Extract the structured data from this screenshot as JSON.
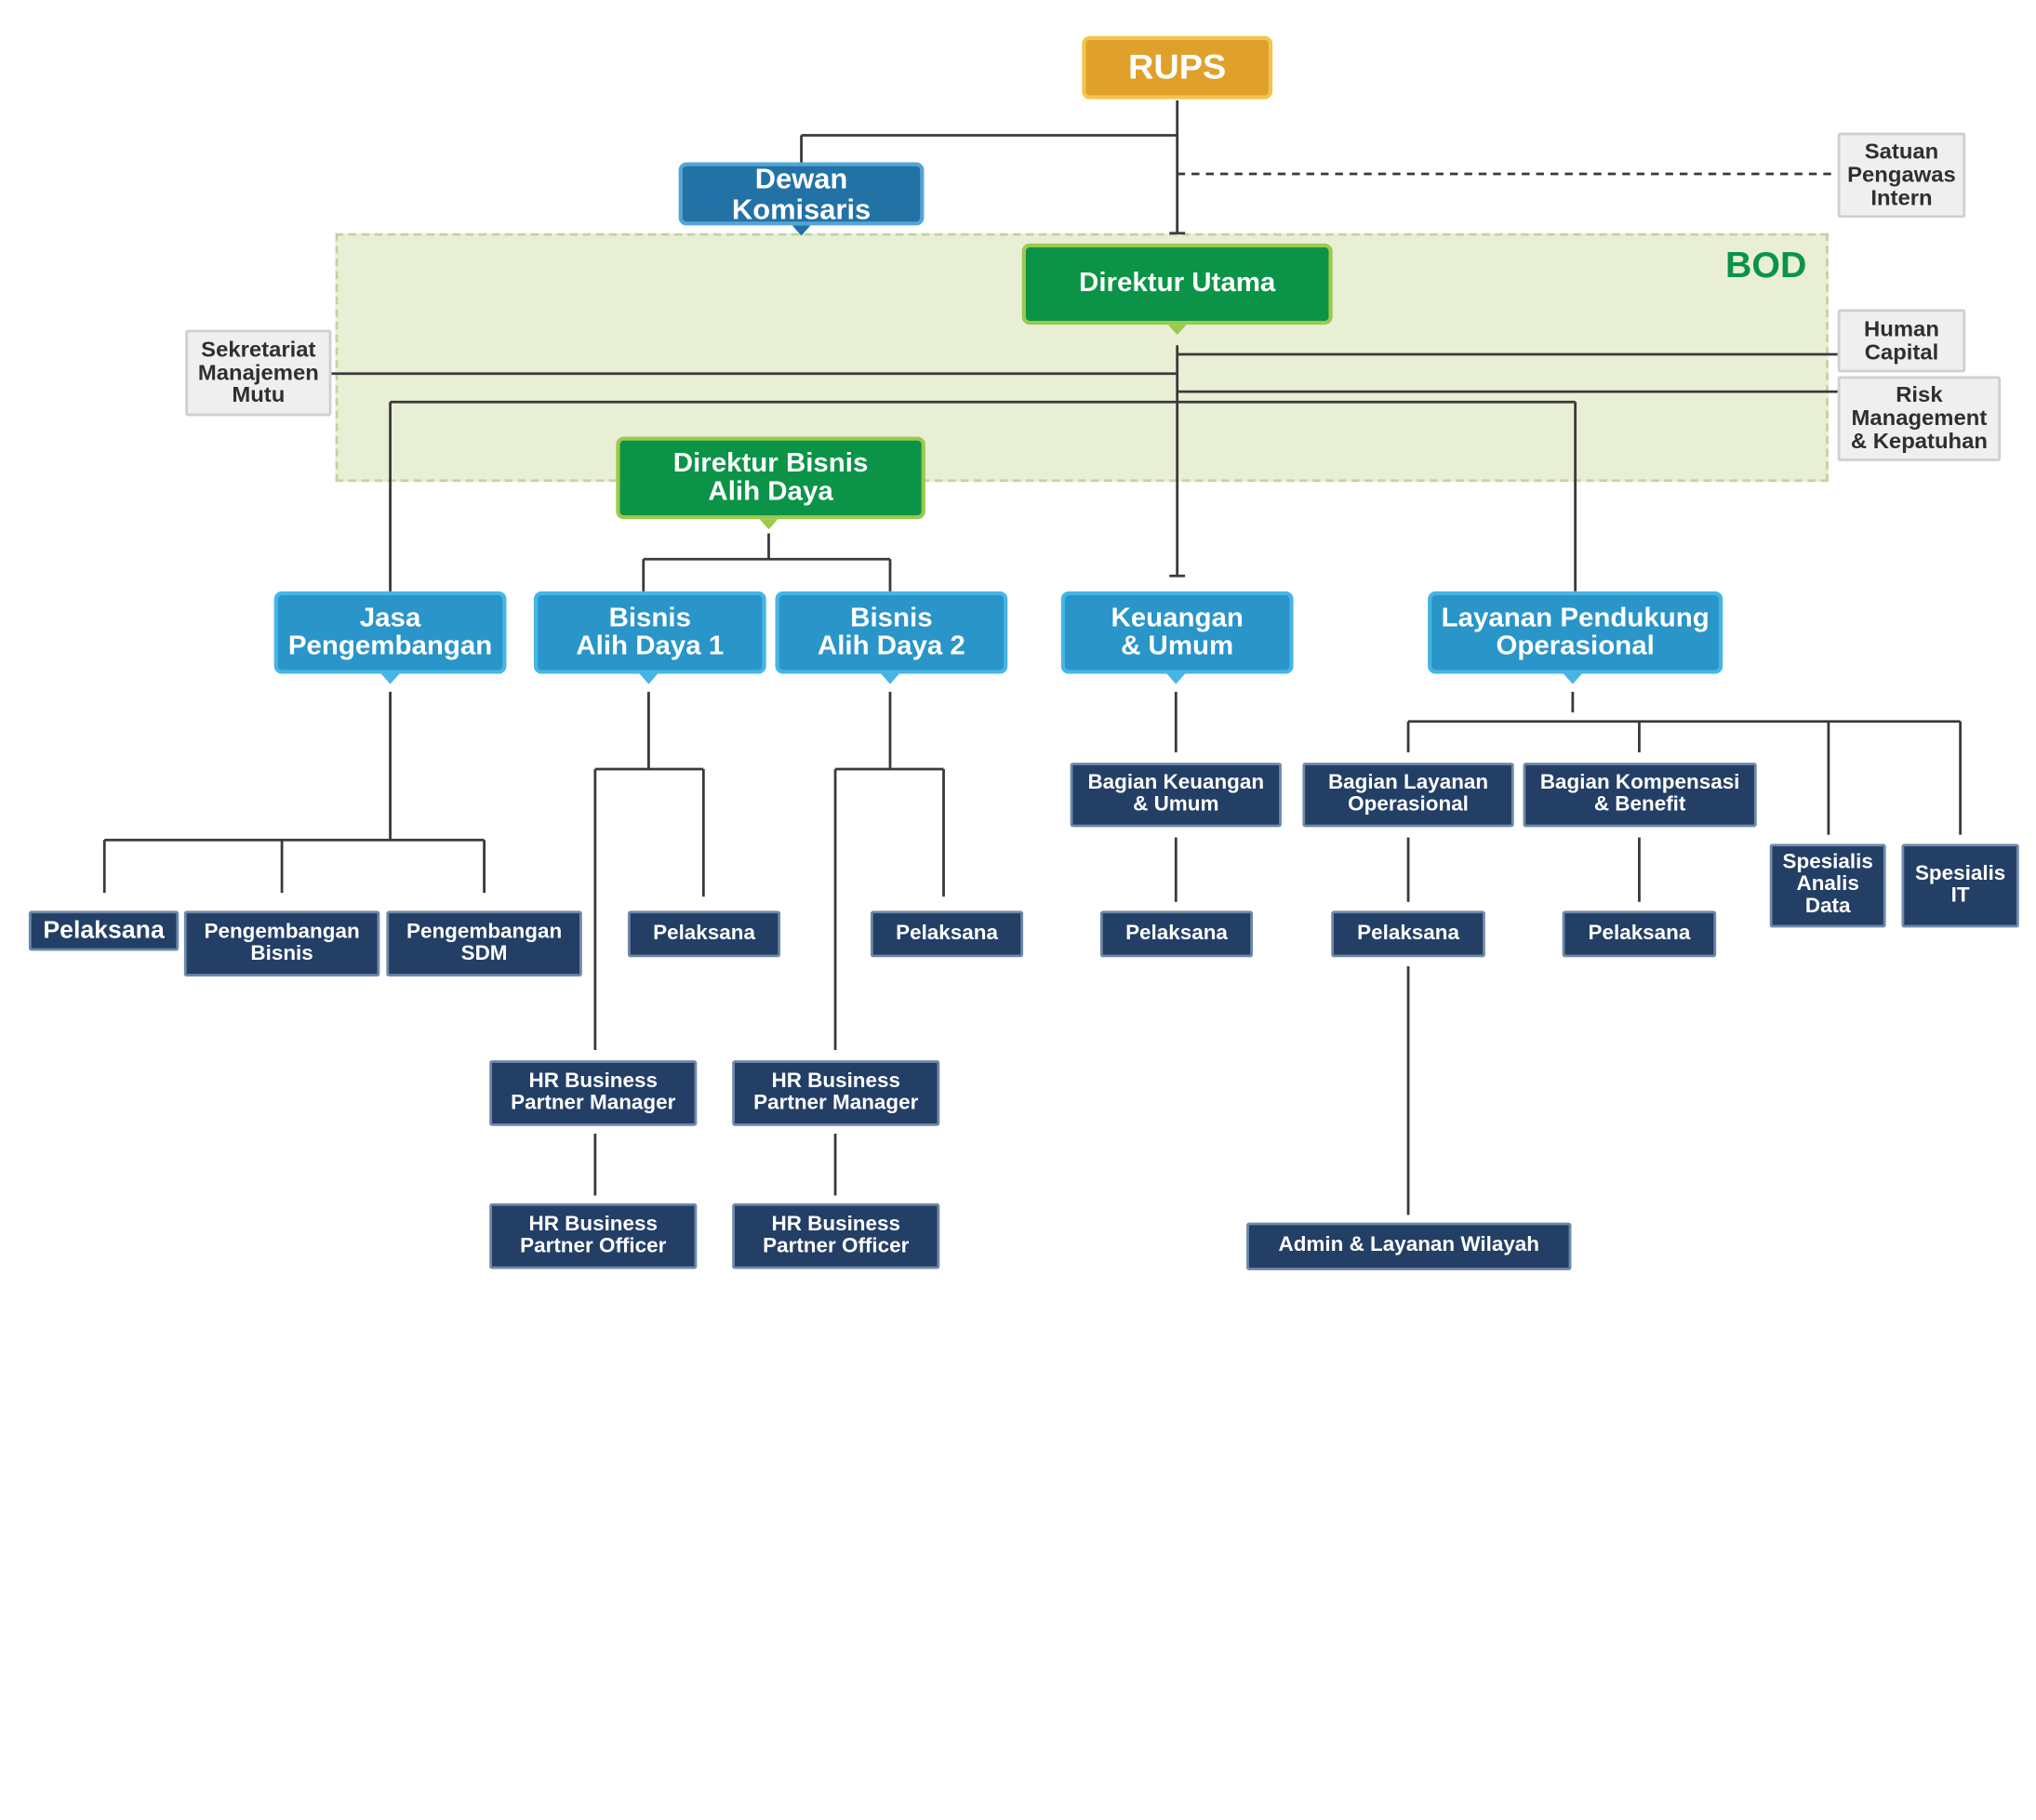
{
  "nodes": {
    "rups": "RUPS",
    "dewan_komisaris": "Dewan Komisaris",
    "satuan_pengawas_intern": "Satuan\nPengawas\nIntern",
    "bod_label": "BOD",
    "direktur_utama": "Direktur Utama",
    "human_capital": "Human\nCapital",
    "risk_management": "Risk\nManagement\n& Kepatuhan",
    "sekretariat": "Sekretariat\nManajemen\nMutu",
    "direktur_bisnis": "Direktur Bisnis\nAlih Daya",
    "jasa_pengembangan": "Jasa\nPengembangan",
    "bisnis_alih_daya_1": "Bisnis\nAlih Daya 1",
    "bisnis_alih_daya_2": "Bisnis\nAlih Daya 2",
    "keuangan_umum": "Keuangan\n& Umum",
    "layanan_pendukung": "Layanan Pendukung\nOperasional",
    "jp_pelaksana": "Pelaksana",
    "pengembangan_bisnis": "Pengembangan\nBisnis",
    "pengembangan_sdm": "Pengembangan\nSDM",
    "bad1_pelaksana": "Pelaksana",
    "bad2_pelaksana": "Pelaksana",
    "bagian_keuangan": "Bagian Keuangan\n& Umum",
    "bagian_layanan": "Bagian Layanan\nOperasional",
    "bagian_kompensasi": "Bagian Kompensasi\n& Benefit",
    "spesialis_analis": "Spesialis\nAnalis\nData",
    "spesialis_it": "Spesialis\nIT",
    "keu_pelaksana": "Pelaksana",
    "lay_pelaksana": "Pelaksana",
    "komp_pelaksana": "Pelaksana",
    "hrbp_manager_1": "HR Business\nPartner Manager",
    "hrbp_manager_2": "HR Business\nPartner Manager",
    "hrbp_officer_1": "HR Business\nPartner Officer",
    "hrbp_officer_2": "HR Business\nPartner Officer",
    "admin_layanan_wilayah": "Admin & Layanan Wilayah"
  },
  "colors": {
    "rups": "#e0a12b",
    "komisaris": "#2372a5",
    "director": "#0b9447",
    "division": "#2a95c9",
    "unit": "#233f66",
    "support": "#efefef",
    "bod_area": "#e8efd4",
    "connector": "#3a3a3a"
  }
}
